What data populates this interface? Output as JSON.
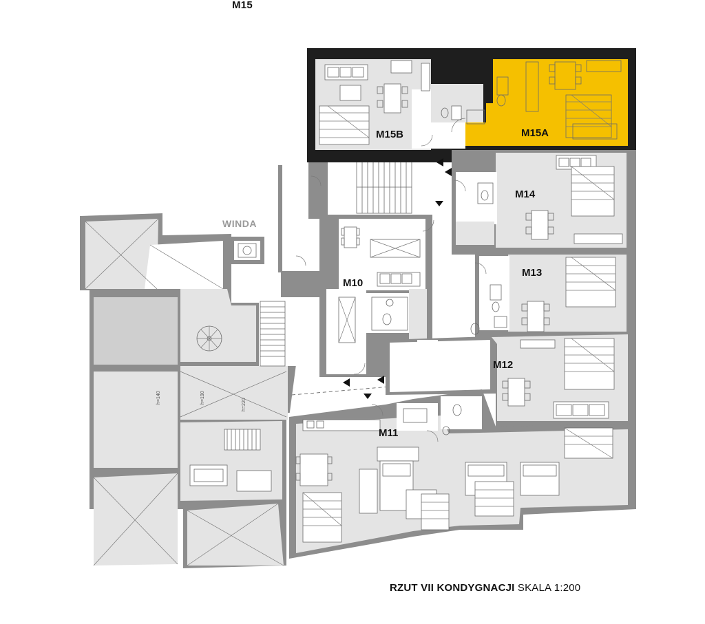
{
  "header": {
    "title": "M15"
  },
  "plan": {
    "units": [
      {
        "id": "m15b",
        "label": "M15B"
      },
      {
        "id": "m15a",
        "label": "M15A"
      },
      {
        "id": "m14",
        "label": "M14"
      },
      {
        "id": "m13",
        "label": "M13"
      },
      {
        "id": "m12",
        "label": "M12"
      },
      {
        "id": "m11",
        "label": "M11"
      },
      {
        "id": "m10",
        "label": "M10"
      }
    ],
    "elevator_label": "WINDA",
    "dimensions": [
      "h=140",
      "h=190",
      "h=220"
    ],
    "colors": {
      "highlight": "#f5c000",
      "outline": "#1e1e1e",
      "walls": "#8d8d8d",
      "room_fill": "#e4e4e4"
    }
  },
  "caption": {
    "title": "RZUT VII KONDYGNACJI",
    "scale": "SKALA 1:200"
  }
}
